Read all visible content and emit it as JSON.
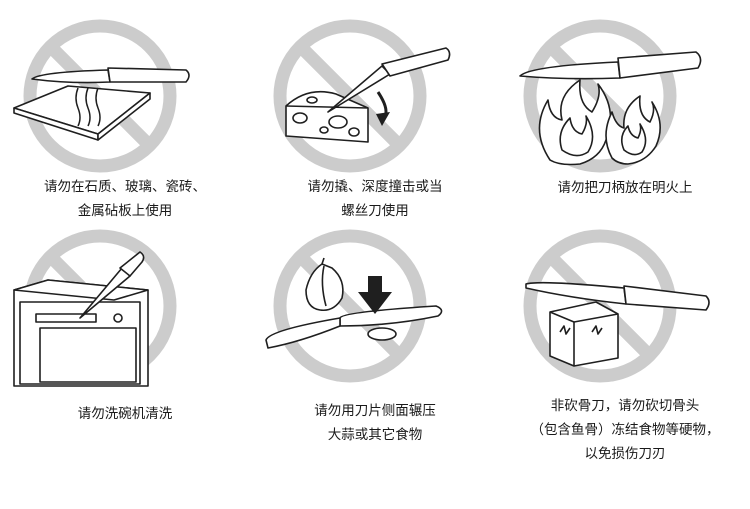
{
  "panels": [
    {
      "icon": "no-cutting-board-hard-surface-icon",
      "caption": [
        "请勿在石质、玻璃、瓷砖、",
        "金属砧板上使用"
      ]
    },
    {
      "icon": "no-prying-striking-icon",
      "caption": [
        "请勿撬、深度撞击或当",
        "螺丝刀使用"
      ]
    },
    {
      "icon": "no-open-flame-icon",
      "caption": [
        "请勿把刀柄放在明火上"
      ]
    },
    {
      "icon": "no-dishwasher-icon",
      "caption": [
        "请勿洗碗机清洗"
      ]
    },
    {
      "icon": "no-crushing-garlic-icon",
      "caption": [
        "请勿用刀片侧面辗压",
        "大蒜或其它食物"
      ]
    },
    {
      "icon": "no-chopping-bones-icon",
      "caption": [
        "非砍骨刀，请勿砍切骨头",
        "（包含鱼骨）冻结食物等硬物，",
        "以免损伤刀刃"
      ]
    }
  ],
  "colors": {
    "prohibition": "#cccccc",
    "line": "#1f1f1f"
  }
}
